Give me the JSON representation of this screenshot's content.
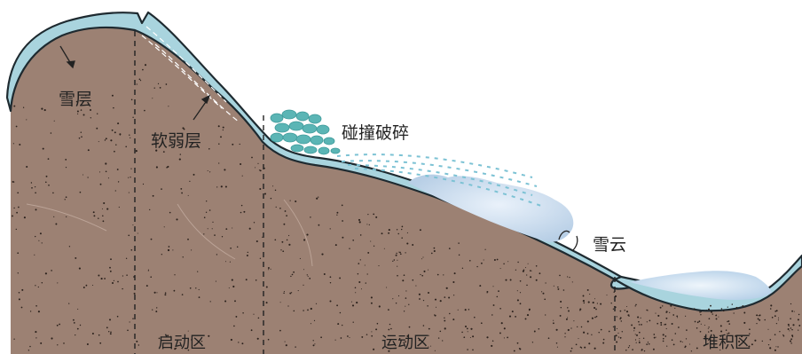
{
  "title": "",
  "labels": {
    "snow_layer": "雪层",
    "weak_layer": "软弱层",
    "collision_breakup": "碰撞破碎",
    "snow_cloud": "雪云"
  },
  "zones": {
    "start_zone": "启动区",
    "track_zone": "运动区",
    "deposition_zone": "堆积区"
  },
  "colors": {
    "ground": "#9c8173",
    "snow": "#a9d4de",
    "snow_outline": "#1e2a30",
    "debris_blocks": "#5bb5b5",
    "snow_cloud": "#cfe0f0",
    "speckles": "#2b211c"
  }
}
